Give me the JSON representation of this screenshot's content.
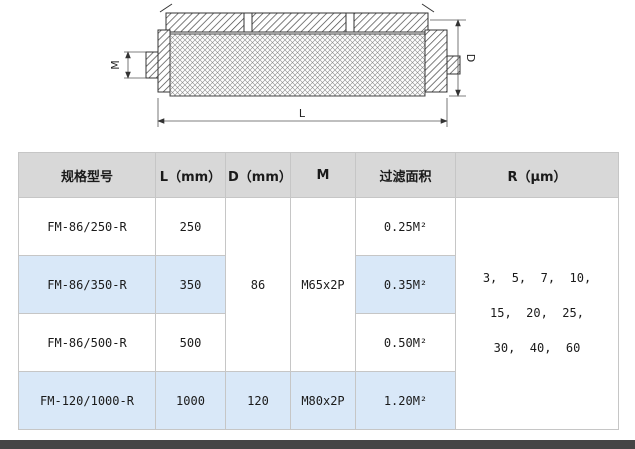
{
  "drawing": {
    "dim_m": "M",
    "dim_d": "D",
    "dim_l": "L"
  },
  "table": {
    "headers": [
      "规格型号",
      "L（mm）",
      "D（mm）",
      "M",
      "过滤面积",
      "R（μm）"
    ],
    "rows": [
      {
        "model": "FM-86/250-R",
        "l": "250",
        "area": "0.25M²"
      },
      {
        "model": "FM-86/350-R",
        "l": "350",
        "area": "0.35M²"
      },
      {
        "model": "FM-86/500-R",
        "l": "500",
        "area": "0.50M²"
      },
      {
        "model": "FM-120/1000-R",
        "l": "1000",
        "area": "1.20M²"
      }
    ],
    "merged": {
      "d_86": "86",
      "m_65": "M65x2P",
      "d_120": "120",
      "m_80": "M80x2P",
      "r_lines": [
        "3,  5,  7,  10,",
        "15,  20,  25,",
        "30,  40,  60"
      ]
    }
  },
  "colors": {
    "header_bg": "#d8d8d8",
    "stripe_bg": "#d9e8f8",
    "border": "#c6c6c6",
    "bottom_bar": "#454545"
  }
}
